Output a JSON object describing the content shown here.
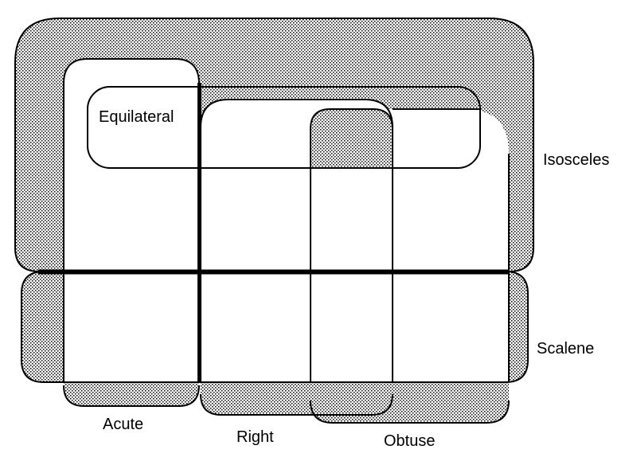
{
  "diagram": {
    "labels": {
      "equilateral": "Equilateral",
      "isosceles": "Isosceles",
      "scalene": "Scalene",
      "acute": "Acute",
      "right": "Right",
      "obtuse": "Obtuse"
    },
    "colors": {
      "line": "#000000",
      "background": "#ffffff",
      "stipple_dot": "#000000"
    },
    "legend": {
      "stipple_meaning": "dotted-fill-region",
      "white_meaning": "plain-region"
    }
  }
}
